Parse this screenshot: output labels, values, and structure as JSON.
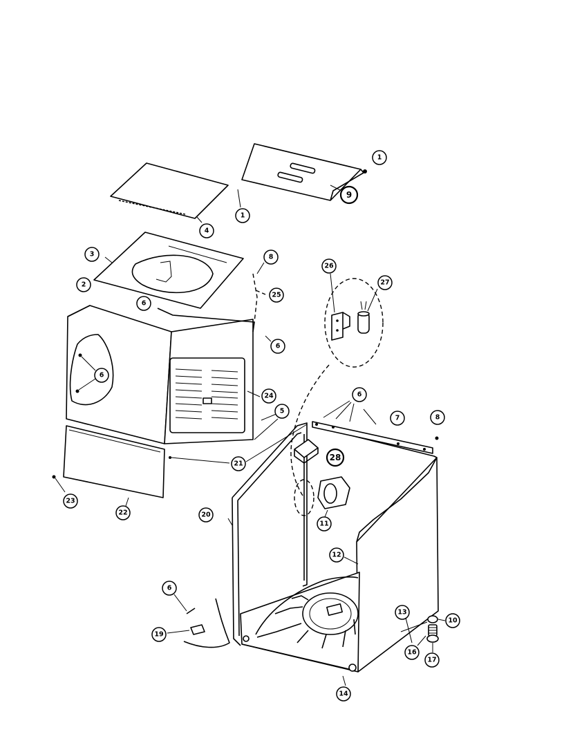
{
  "diagram": {
    "callouts": [
      {
        "id": "c1a",
        "label": "1"
      },
      {
        "id": "c1b",
        "label": "1"
      },
      {
        "id": "c9",
        "label": "9"
      },
      {
        "id": "c4",
        "label": "4"
      },
      {
        "id": "c3",
        "label": "3"
      },
      {
        "id": "c8a",
        "label": "8"
      },
      {
        "id": "c2",
        "label": "2"
      },
      {
        "id": "c25",
        "label": "25"
      },
      {
        "id": "c6a",
        "label": "6"
      },
      {
        "id": "c6b",
        "label": "6"
      },
      {
        "id": "c6c",
        "label": "6"
      },
      {
        "id": "c26",
        "label": "26"
      },
      {
        "id": "c27",
        "label": "27"
      },
      {
        "id": "c24",
        "label": "24"
      },
      {
        "id": "c5",
        "label": "5"
      },
      {
        "id": "c6d",
        "label": "6"
      },
      {
        "id": "c7",
        "label": "7"
      },
      {
        "id": "c8b",
        "label": "8"
      },
      {
        "id": "c21",
        "label": "21"
      },
      {
        "id": "c28",
        "label": "28"
      },
      {
        "id": "c23",
        "label": "23"
      },
      {
        "id": "c22",
        "label": "22"
      },
      {
        "id": "c20",
        "label": "20"
      },
      {
        "id": "c11",
        "label": "11"
      },
      {
        "id": "c12",
        "label": "12"
      },
      {
        "id": "c6e",
        "label": "6"
      },
      {
        "id": "c19",
        "label": "19"
      },
      {
        "id": "c13",
        "label": "13"
      },
      {
        "id": "c10",
        "label": "10"
      },
      {
        "id": "c16",
        "label": "16"
      },
      {
        "id": "c17",
        "label": "17"
      },
      {
        "id": "c14",
        "label": "14"
      }
    ]
  }
}
